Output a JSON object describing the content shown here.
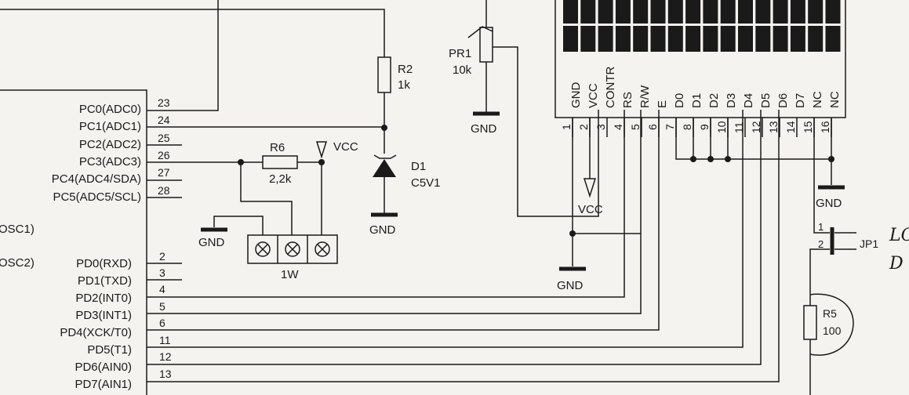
{
  "mcu": {
    "pc_pins": [
      {
        "label": "PC0(ADC0)",
        "num": "23"
      },
      {
        "label": "PC1(ADC1)",
        "num": "24"
      },
      {
        "label": "PC2(ADC2)",
        "num": "25"
      },
      {
        "label": "PC3(ADC3)",
        "num": "26"
      },
      {
        "label": "PC4(ADC4/SDA)",
        "num": "27"
      },
      {
        "label": "PC5(ADC5/SCL)",
        "num": "28"
      }
    ],
    "osc1": "OSC1)",
    "osc2": "OSC2)",
    "pd_pins": [
      {
        "label": "PD0(RXD)",
        "num": "2"
      },
      {
        "label": "PD1(TXD)",
        "num": "3"
      },
      {
        "label": "PD2(INT0)",
        "num": "4"
      },
      {
        "label": "PD3(INT1)",
        "num": "5"
      },
      {
        "label": "PD4(XCK/T0)",
        "num": "6"
      },
      {
        "label": "PD5(T1)",
        "num": "11"
      },
      {
        "label": "PD6(AIN0)",
        "num": "12"
      },
      {
        "label": "PD7(AIN1)",
        "num": "13"
      }
    ]
  },
  "r2": {
    "name": "R2",
    "value": "1k"
  },
  "d1": {
    "name": "D1",
    "value": "C5V1"
  },
  "r6": {
    "name": "R6",
    "value": "2,2k"
  },
  "pr1": {
    "name": "PR1",
    "value": "10k"
  },
  "r5": {
    "name": "R5",
    "value": "100"
  },
  "jp1": {
    "name": "JP1",
    "pin1": "1",
    "pin2": "2"
  },
  "connector": {
    "label": "1W"
  },
  "vcc_label": "VCC",
  "gnd_label": "GND",
  "lcd": {
    "pins": [
      {
        "name": "GND",
        "num": "1"
      },
      {
        "name": "VCC",
        "num": "2"
      },
      {
        "name": "CONTR",
        "num": "3"
      },
      {
        "name": "RS",
        "num": "4"
      },
      {
        "name": "R/W",
        "num": "5"
      },
      {
        "name": "E",
        "num": "6"
      },
      {
        "name": "D0",
        "num": "7"
      },
      {
        "name": "D1",
        "num": "8"
      },
      {
        "name": "D2",
        "num": "9"
      },
      {
        "name": "D3",
        "num": "10"
      },
      {
        "name": "D4",
        "num": "11"
      },
      {
        "name": "D5",
        "num": "12"
      },
      {
        "name": "D6",
        "num": "13"
      },
      {
        "name": "D7",
        "num": "14"
      },
      {
        "name": "NC",
        "num": "15"
      },
      {
        "name": "NC",
        "num": "16"
      }
    ]
  },
  "handwritten": {
    "line1": "LC",
    "line2": "D"
  }
}
